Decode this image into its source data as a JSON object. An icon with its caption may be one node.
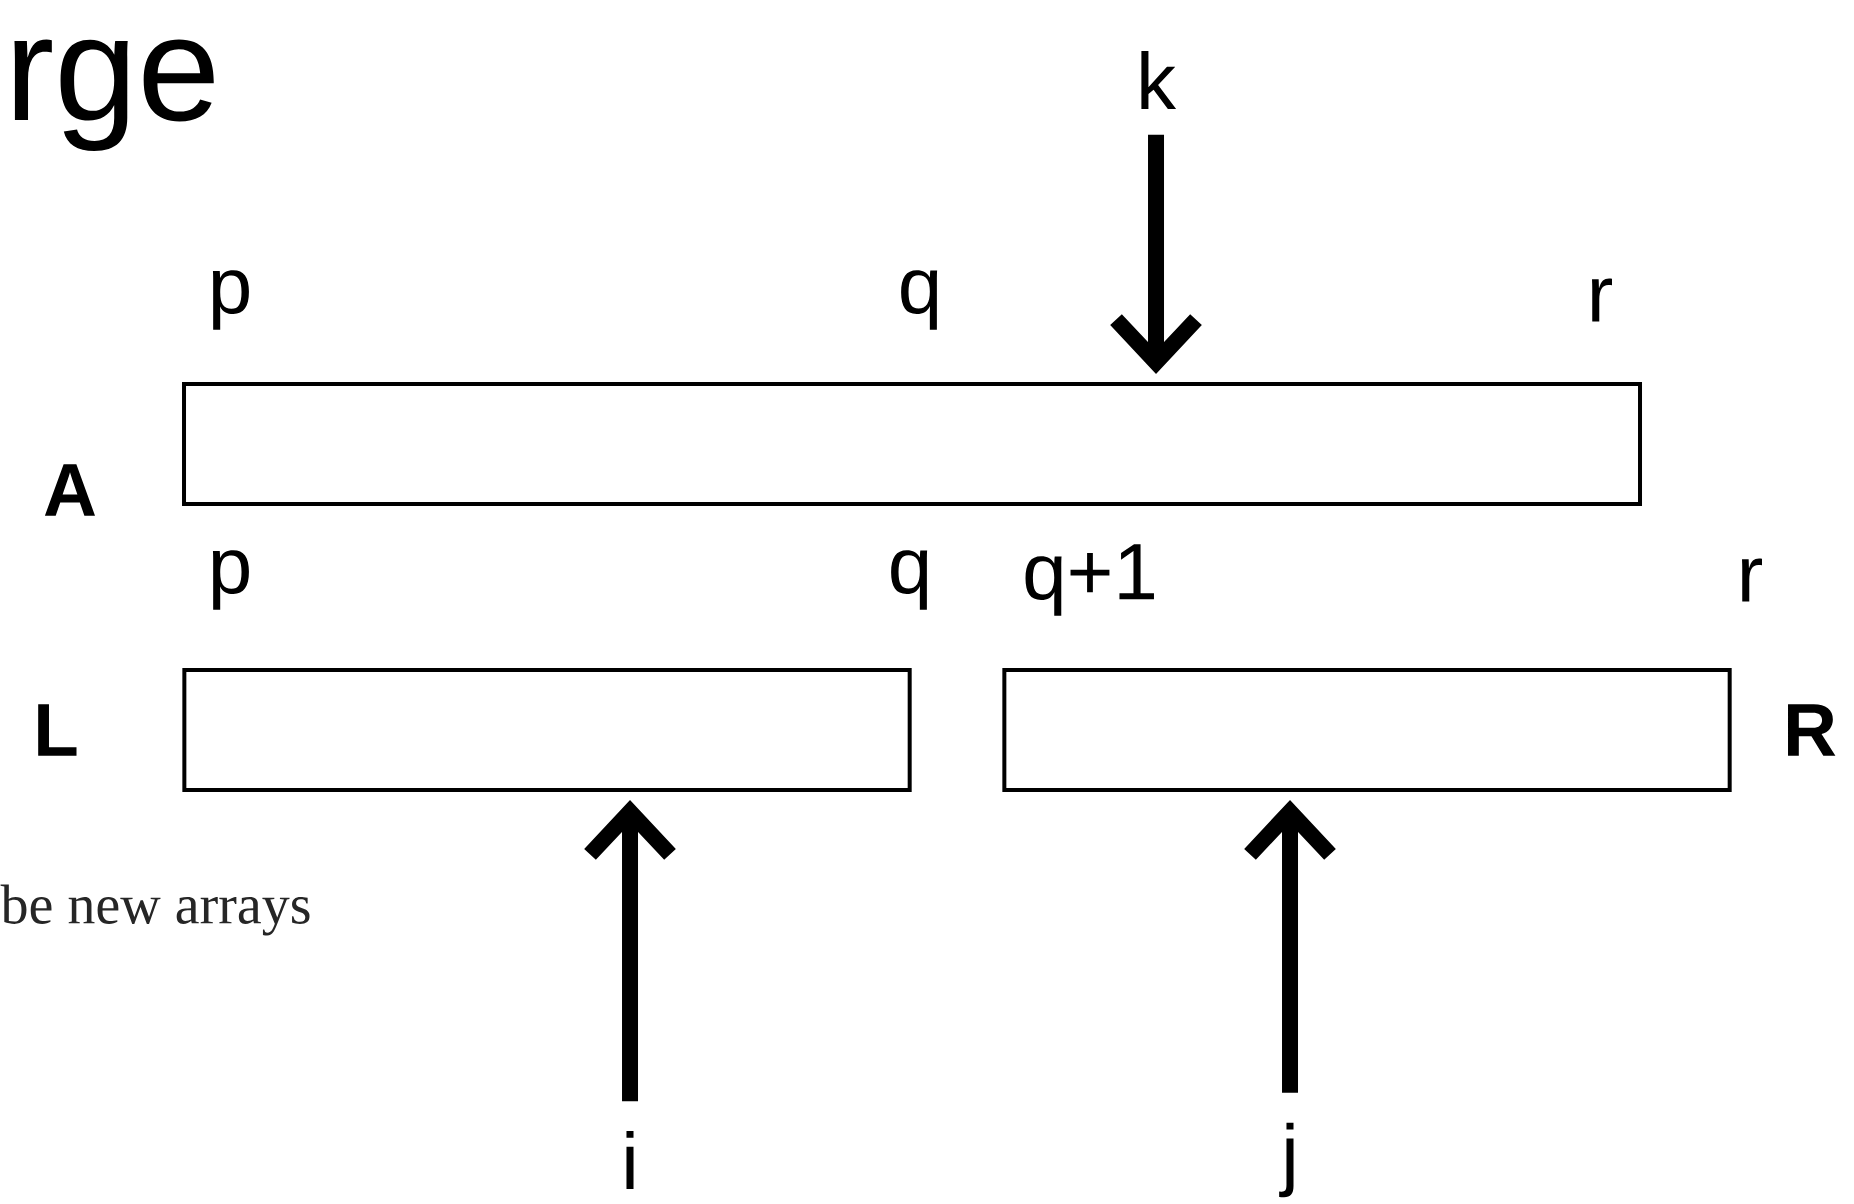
{
  "diagram": {
    "title": "rge",
    "nodes": [
      {
        "text": [],
        "shape": "box",
        "beside": [
          "A"
        ]
      },
      {
        "text": [],
        "shape": "box",
        "beside": [
          "L"
        ]
      },
      {
        "text": [],
        "shape": "box",
        "beside": [
          "R"
        ]
      },
      {
        "text": [
          "k"
        ]
      },
      {
        "text": [
          "i"
        ]
      },
      {
        "text": [
          "j"
        ]
      }
    ],
    "edges": [
      {
        "from": 3,
        "to": 0,
        "arrow": "to"
      },
      {
        "from": 4,
        "to": 1,
        "arrow": "to"
      },
      {
        "from": 5,
        "to": 2,
        "arrow": "to"
      }
    ],
    "labels": [
      "p",
      "q",
      "r",
      "p",
      "q",
      "q+1",
      "r",
      "be new arrays"
    ]
  }
}
